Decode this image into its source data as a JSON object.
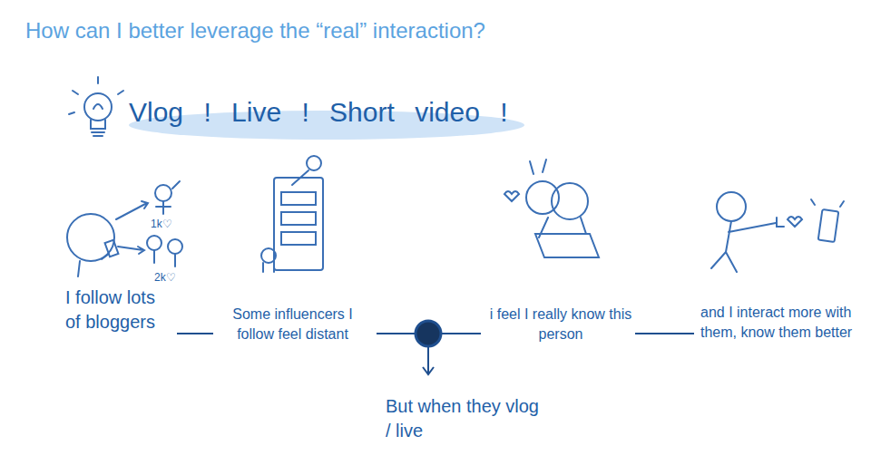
{
  "diagram": {
    "title": "How can I better leverage the “real” interaction?",
    "labels": [
      "Vlog ! Live ! Short video !",
      "1k♡",
      "2k♡",
      "I follow lots of bloggers",
      "Some influencers I follow feel distant",
      "But when they vlog / live",
      "i feel I really know this person",
      "and I interact more with them, know them better"
    ]
  }
}
